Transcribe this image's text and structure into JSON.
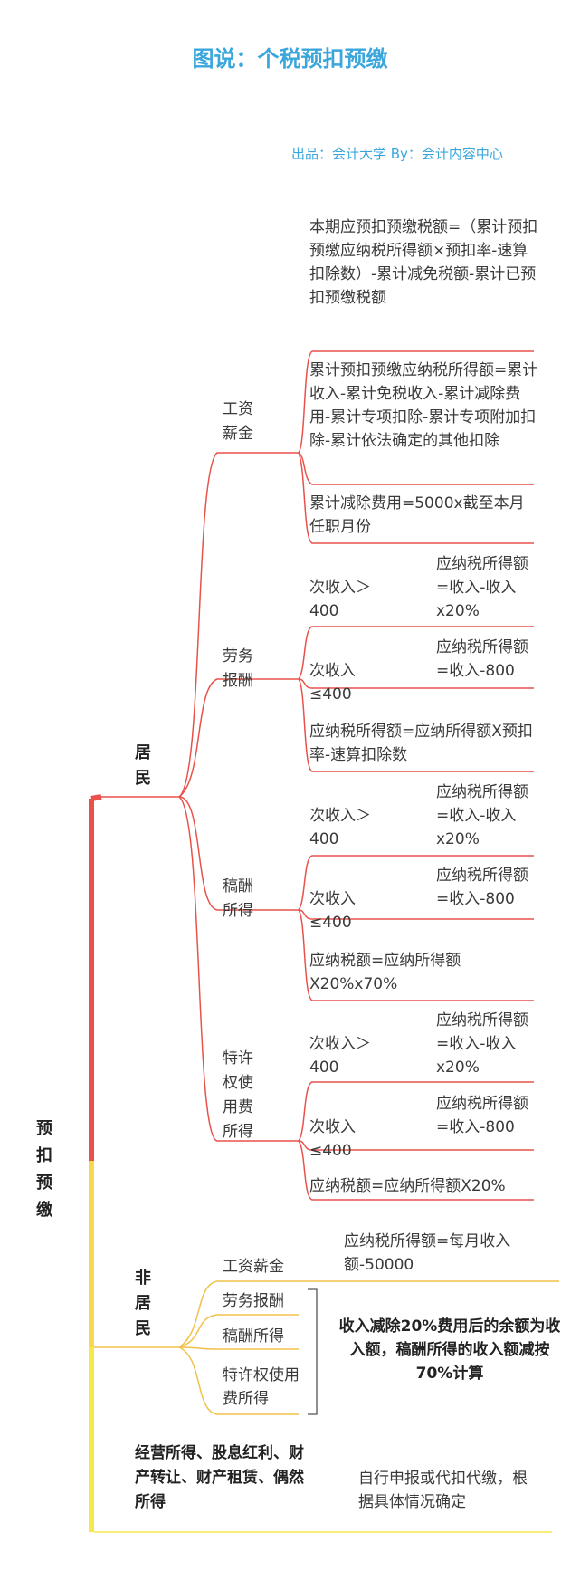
{
  "title": "图说：个税预扣预缴",
  "credit": "出品：会计大学   By：会计内容中心",
  "colors": {
    "title": "#3aa6dc",
    "resident": "#e8524a",
    "nonresident": "#f0c14b",
    "other": "#f6e84a",
    "bracket": "#555555"
  },
  "root": "预扣预缴",
  "resident": {
    "label": "居民",
    "salary": {
      "label": "工资薪金",
      "f1": "本期应预扣预缴税额=（累计预扣预缴应纳税所得额×预扣率-速算扣除数）-累计减免税额-累计已预扣预缴税额",
      "f2": "累计预扣预缴应纳税所得额=累计收入-累计免税收入-累计减除费用-累计专项扣除-累计专项附加扣除-累计依法确定的其他扣除",
      "f3": "累计减除费用=5000x截至本月任职月份"
    },
    "labor": {
      "label": "劳务报酬",
      "c1": "次收入＞400",
      "c1_formula": "应纳税所得额=收入-收入x20%",
      "c2": "次收入≤400",
      "c2_formula": "应纳税所得额=收入-800",
      "f": "应纳税所得额=应纳所得额X预扣率-速算扣除数"
    },
    "author": {
      "label": "稿酬所得",
      "c1": "次收入＞400",
      "c1_formula": "应纳税所得额=收入-收入x20%",
      "c2": "次收入≤400",
      "c2_formula": "应纳税所得额=收入-800",
      "f": "应纳税额=应纳所得额X20%x70%"
    },
    "royalty": {
      "label": "特许权使用费所得",
      "c1": "次收入＞400",
      "c1_formula": "应纳税所得额=收入-收入x20%",
      "c2": "次收入≤400",
      "c2_formula": "应纳税所得额=收入-800",
      "f": "应纳税额=应纳所得额X20%"
    }
  },
  "nonresident": {
    "label": "非居民",
    "salary": "工资薪金",
    "salary_formula": "应纳税所得额=每月收入额-50000",
    "labor": "劳务报酬",
    "author": "稿酬所得",
    "royalty": "特许权使用费所得",
    "note": "收入减除20%费用后的余额为收入额，稿酬所得的收入额减按70%计算"
  },
  "other": {
    "label": "经营所得、股息红利、财产转让、财产租赁、偶然所得",
    "note": "自行申报或代扣代缴，根据具体情况确定"
  }
}
